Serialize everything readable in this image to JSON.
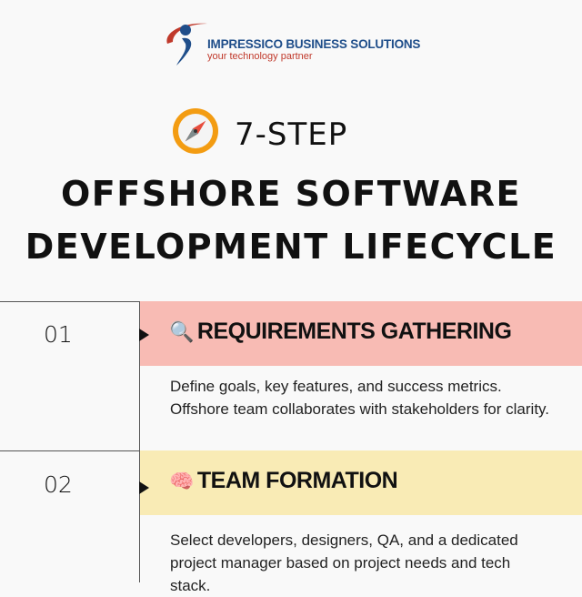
{
  "logo": {
    "brand": "IMPRESSICO BUSINESS SOLUTIONS",
    "tagline": "your technology partner"
  },
  "header": {
    "step_label": "7-STEP",
    "title_line1": "OFFSHORE SOFTWARE",
    "title_line2": "DEVELOPMENT LIFECYCLE",
    "icon": "compass-icon"
  },
  "colors": {
    "background": "#f9f9f9",
    "step1_band": "#f8bbb4",
    "step2_band": "#f9ebb5",
    "brand_blue": "#1f4e8a",
    "brand_red": "#c0392b"
  },
  "steps": [
    {
      "number": "01",
      "icon": "magnifying-glass-icon",
      "icon_glyph": "🔍",
      "title": "REQUIREMENTS GATHERING",
      "description": "Define goals, key features, and success metrics. Offshore team collaborates with stakeholders for clarity."
    },
    {
      "number": "02",
      "icon": "brain-icon",
      "icon_glyph": "🧠",
      "title": "TEAM FORMATION",
      "description": "Select developers, designers, QA, and a dedicated project manager based on project needs and tech stack."
    }
  ]
}
